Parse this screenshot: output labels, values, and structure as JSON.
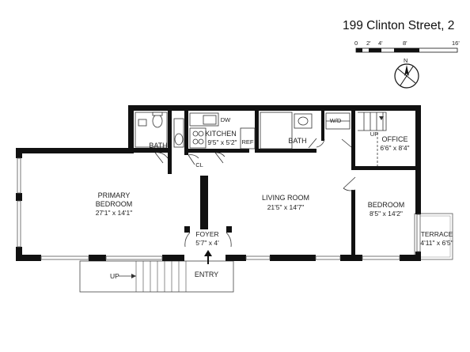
{
  "title": "199 Clinton Street, 2",
  "scale": {
    "ticks": [
      "0",
      "2'",
      "4'",
      "8'",
      "16'"
    ]
  },
  "compass": {
    "label": "N"
  },
  "rooms": {
    "primary_bedroom": {
      "name_line1": "PRIMARY",
      "name_line2": "BEDROOM",
      "dims": "27'1\" x 14'1\""
    },
    "living_room": {
      "name": "LIVING ROOM",
      "dims": "21'5\" x 14'7\""
    },
    "kitchen": {
      "name": "KITCHEN",
      "dims": "9'5\" x 5'2\""
    },
    "bath_left": {
      "name": "BATH"
    },
    "bath_right": {
      "name": "BATH"
    },
    "office": {
      "name": "OFFICE",
      "dims": "6'6\" x 8'4\""
    },
    "bedroom": {
      "name": "BEDROOM",
      "dims": "8'5\" x 14'2\""
    },
    "terrace": {
      "name": "TERRACE",
      "dims": "4'11\" x 6'5\""
    },
    "foyer": {
      "name": "FOYER",
      "dims": "5'7\" x 4'"
    },
    "entry": {
      "name": "ENTRY"
    }
  },
  "fixtures": {
    "dishwasher": "DW",
    "refrigerator": "REF",
    "washer_dryer": "W/D",
    "closet": "CL"
  },
  "stairs": {
    "up_main": "UP",
    "up_office": "UP"
  }
}
